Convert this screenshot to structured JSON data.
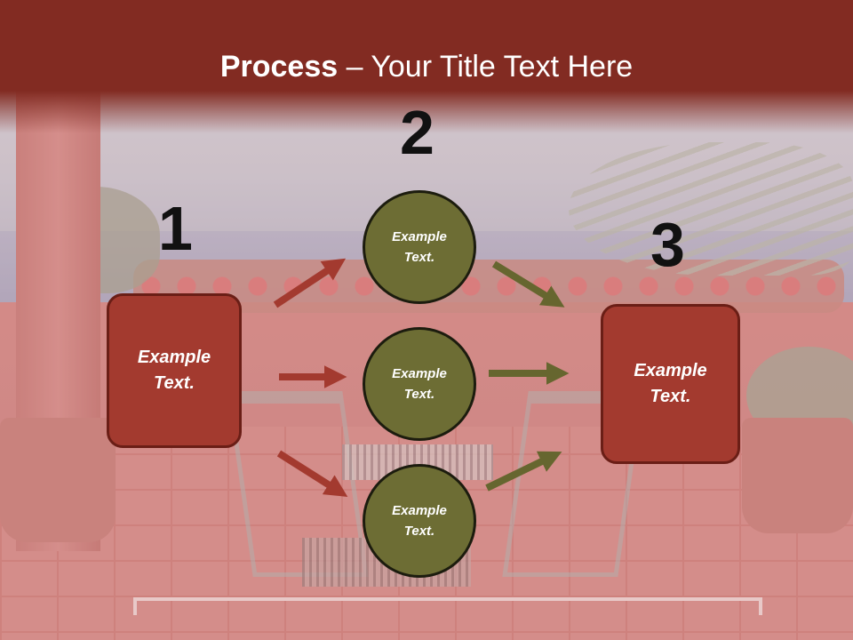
{
  "slide": {
    "title_bold": "Process",
    "title_rest": " – Your Title Text Here"
  },
  "steps": {
    "one": "1",
    "two": "2",
    "three": "3"
  },
  "nodes": {
    "left_box": "Example Text.",
    "circle_top": "Example Text.",
    "circle_mid": "Example Text.",
    "circle_bottom": "Example Text.",
    "right_box": "Example Text."
  },
  "colors": {
    "title_band": "#822b22",
    "box_fill": "#a33a2f",
    "circle_fill": "#6d6d34",
    "red_arrow": "#a33a2f",
    "green_arrow": "#66662f",
    "number_text": "#111111"
  }
}
